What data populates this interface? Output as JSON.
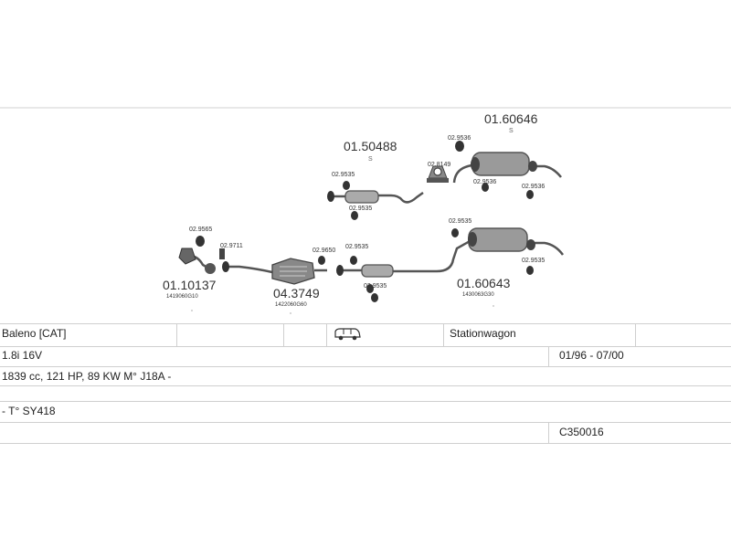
{
  "parts": {
    "p1": {
      "number": "01.60646",
      "suffix": "S"
    },
    "p2": {
      "number": "01.50488",
      "suffix": "S"
    },
    "p3": {
      "number": "01.10137",
      "oe": "1419060G10"
    },
    "p4": {
      "number": "04.3749",
      "oe": "1422060G60"
    },
    "p5": {
      "number": "01.60643",
      "oe": "1430063G30"
    },
    "fittings": {
      "a": "02.9536",
      "b": "02.8149",
      "c": "02.9535",
      "d": "02.9536",
      "e": "02.9536",
      "f": "02.9535",
      "g": "02.9535",
      "h": "02.9565",
      "i": "02.9711",
      "j": "02.9650",
      "k": "02.9535",
      "l": "02.9535",
      "m": "02.9535"
    }
  },
  "table": {
    "model": "Baleno  [CAT]",
    "body": "Stationwagon",
    "engine": "1.8i 16V",
    "years": "01/96 - 07/00",
    "spec": "1839 cc, 121 HP, 89 KW M° J18A -",
    "type": "- T° SY418",
    "code": "C350016",
    "car_icon": "van-icon"
  }
}
